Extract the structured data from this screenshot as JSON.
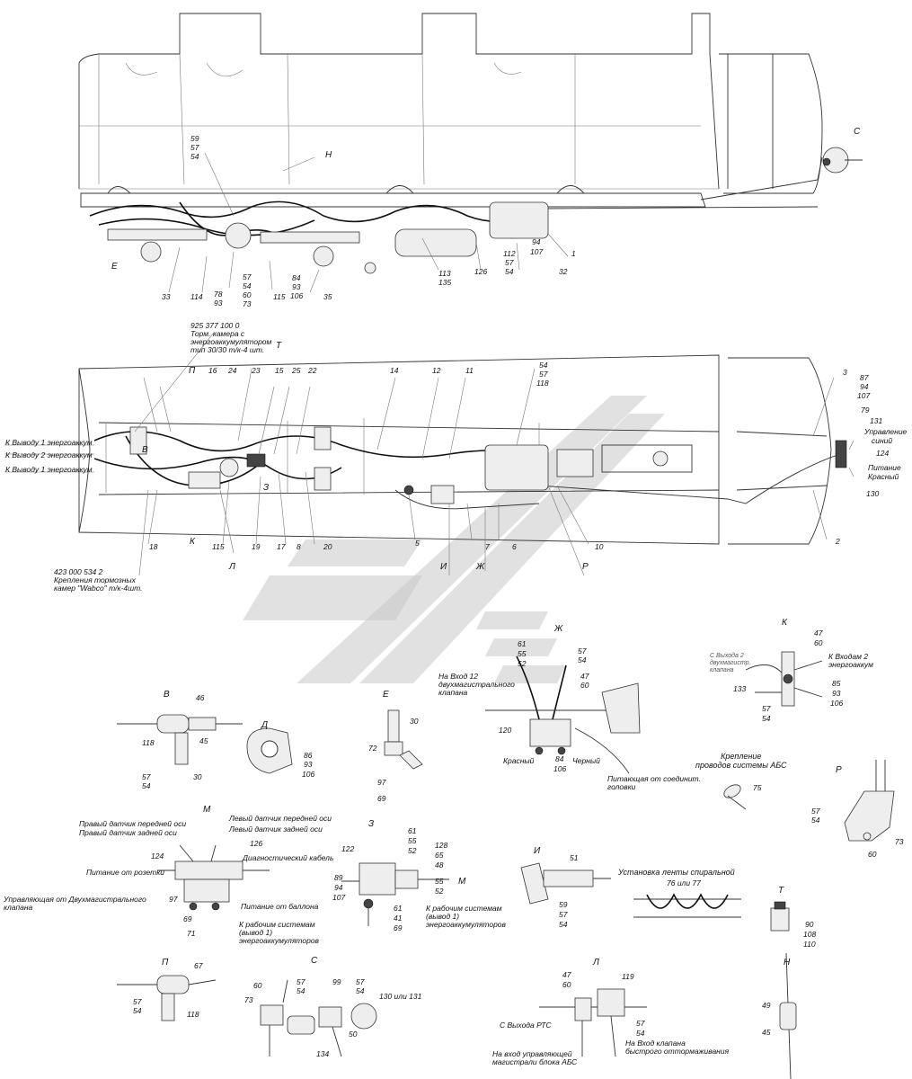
{
  "top": {
    "callouts": {
      "c59": "59",
      "c57": "57",
      "c54": "54",
      "H": "Н",
      "C": "С",
      "E": "Е",
      "c33": "33",
      "c114": "114",
      "c78": "78",
      "c93": "93",
      "c57b": "57",
      "c54b": "54",
      "c60": "60",
      "c73": "73",
      "c115": "115",
      "c84": "84",
      "c93b": "93",
      "c106": "106",
      "c35": "35",
      "c113": "113",
      "c135": "135",
      "c126": "126",
      "c112": "112",
      "c57c": "57",
      "c54c": "54",
      "c94": "94",
      "c107": "107",
      "c32": "32",
      "c1": "1"
    }
  },
  "plan": {
    "note1": [
      "925 377 100 0",
      "Торм. камера с",
      "энергоаккумулятором",
      "тип 30/30  т/к-4 шт."
    ],
    "note2": [
      "423 000 534 2",
      "Крепления тормозных",
      "камер \"Wabco\" т/к-4шт."
    ],
    "left_labels": [
      "К Выводу 1 энергоаккум",
      "К Выводу 2 энергоаккум",
      "К Выводу 1 энергоаккум"
    ],
    "right_labels": [
      "Управление",
      "синий",
      "Питание",
      "Красный"
    ],
    "letters": {
      "T": "Т",
      "P": "П",
      "V": "В",
      "Z": "З",
      "K": "К",
      "L": "Л",
      "I": "И",
      "Zh": "Ж",
      "R": "Р"
    },
    "callouts_top": [
      "16",
      "24",
      "23",
      "15",
      "25",
      "22",
      "14",
      "12",
      "11"
    ],
    "c54": "54",
    "c57": "57",
    "c118": "118",
    "c3": "3",
    "c87": "87",
    "c94": "94",
    "c107": "107",
    "c79": "79",
    "c131": "131",
    "c124": "124",
    "c130": "130",
    "c2": "2",
    "callouts_bottom": [
      "18",
      "115",
      "19",
      "17",
      "8",
      "20",
      "5",
      "7",
      "6",
      "10"
    ]
  },
  "details": {
    "V": {
      "title": "В",
      "n46": "46",
      "n118": "118",
      "n45": "45",
      "n57": "57",
      "n54": "54",
      "n30": "30"
    },
    "D": {
      "title": "Д",
      "n86": "86",
      "n93": "93",
      "n106": "106"
    },
    "E": {
      "title": "Е",
      "n30": "30",
      "n72": "72",
      "n97": "97",
      "n69": "69"
    },
    "Zh": {
      "title": "Ж",
      "n61": "61",
      "n55": "55",
      "n52": "52",
      "n57": "57",
      "n54": "54",
      "n47": "47",
      "n60": "60",
      "in_label": [
        "На Вход 12",
        "двухмагистрального",
        "клапана"
      ],
      "n120": "120",
      "red": "Красный",
      "n84": "84",
      "n106": "106",
      "black": "Черный",
      "supply": [
        "Питающая от соединит.",
        "головки"
      ]
    },
    "K": {
      "title": "К",
      "n47": "47",
      "n60": "60",
      "from": [
        "С Выхода 2",
        "двухмагистр.",
        "клапана"
      ],
      "to": [
        "К Входам 2",
        "энергоаккум"
      ],
      "n133": "133",
      "n85": "85",
      "n93": "93",
      "n106": "106",
      "n57": "57",
      "n54": "54"
    },
    "abs": {
      "title": [
        "Крепление",
        "проводов системы АБС"
      ],
      "n75": "75"
    },
    "R": {
      "title": "Р",
      "n57": "57",
      "n54": "54",
      "n73": "73",
      "n60": "60"
    },
    "M": {
      "title": "М",
      "labels": [
        "Правый датчик передней оси",
        "Правый датчик задней оси",
        "Левый датчик передней оси",
        "Левый датчик задней оси"
      ],
      "n126": "126",
      "diag": "Диагностический кабель",
      "n124": "124",
      "socket": "Питание от розетки",
      "ctrl": [
        "Управляющая от Двухмагистрального",
        "клапана"
      ],
      "n97": "97",
      "n69": "69",
      "n71": "71",
      "tank": "Питание от баллона",
      "work": [
        "К рабочим системам",
        "(вывод 1)",
        "энергоаккумуляторов"
      ]
    },
    "Z": {
      "title": "З",
      "n122": "122",
      "n61": "61",
      "n55": "55",
      "n52": "52",
      "n128": "128",
      "n65": "65",
      "n48": "48",
      "n55b": "55",
      "n52b": "52",
      "M": "М",
      "n89": "89",
      "n94": "94",
      "n107": "107",
      "n61b": "61",
      "n41": "41",
      "n69": "69",
      "work": [
        "К рабочим системам",
        "(вывод 1)",
        "энергоаккумуляторов"
      ]
    },
    "I": {
      "title": "И",
      "n51": "51",
      "n59": "59",
      "n57": "57",
      "n54": "54"
    },
    "spiral": {
      "title": "Установка ленты спиральной",
      "n": "76 или 77"
    },
    "T": {
      "title": "Т",
      "n90": "90",
      "n108": "108",
      "n110": "110"
    },
    "P": {
      "title": "П",
      "n67": "67",
      "n57": "57",
      "n54": "54",
      "n118": "118"
    },
    "C": {
      "title": "С",
      "n60": "60",
      "n73": "73",
      "n57": "57",
      "n54": "54",
      "n99": "99",
      "n57b": "57",
      "n54b": "54",
      "n130": "130 или 131",
      "n50": "50",
      "n134": "134"
    },
    "L": {
      "title": "Л",
      "n47": "47",
      "n60": "60",
      "n119": "119",
      "n57": "57",
      "n54": "54",
      "rts": "С Выхода РТС",
      "abs": [
        "На вход управляющей",
        "магистрали блока АБС"
      ],
      "quick": [
        "На Вход клапана",
        "быстрого оттормаживания"
      ]
    },
    "N": {
      "title": "Н",
      "n49": "49",
      "n45": "45"
    }
  }
}
